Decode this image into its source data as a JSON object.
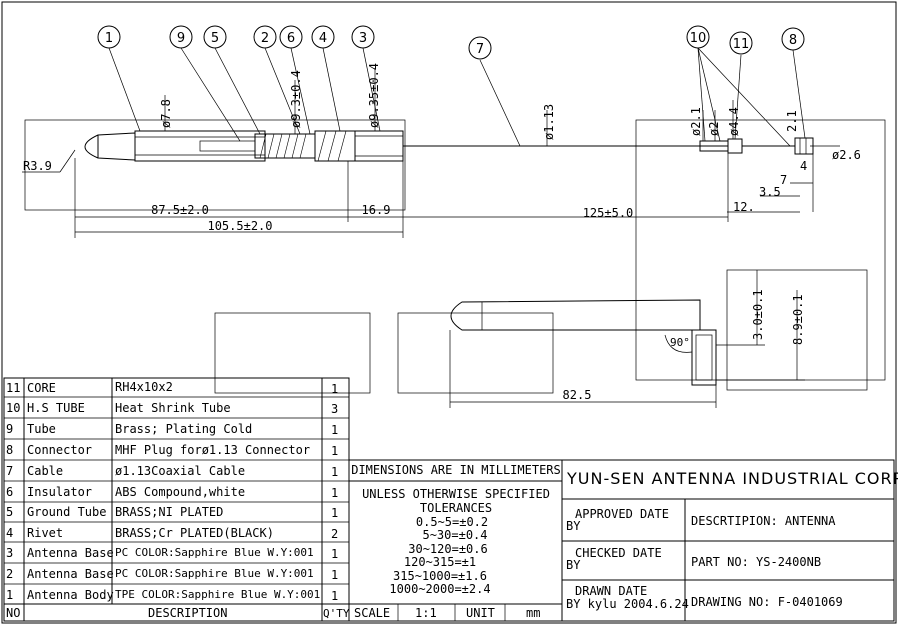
{
  "balloons": [
    "1",
    "9",
    "5",
    "2",
    "6",
    "4",
    "3",
    "7",
    "10",
    "11",
    "8"
  ],
  "dims": {
    "d78": "ø7.8",
    "d93": "ø9.3±0.4",
    "d935": "ø9.35±0.4",
    "d113": "ø1.13",
    "d21a": "ø2.1",
    "d2": "ø2",
    "d44": "ø4.4",
    "d21b": "2.1",
    "d26": "ø2.6",
    "d4": "4",
    "d7": "7",
    "d35": "3.5",
    "d12": "12.",
    "r39": "R3.9",
    "l875": "87.5±2.0",
    "l169": "16.9",
    "l1055": "105.5±2.0",
    "l125": "125±5.0",
    "l30": "3.0±0.1",
    "l89": "8.9±0.1",
    "l825": "82.5",
    "ang": "90°"
  },
  "bom": [
    {
      "no": "11",
      "name": "CORE",
      "desc": "RH4x10x2",
      "qty": "1"
    },
    {
      "no": "10",
      "name": "H.S TUBE",
      "desc": "Heat Shrink Tube",
      "qty": "3"
    },
    {
      "no": "9",
      "name": "Tube",
      "desc": "Brass; Plating Cold",
      "qty": "1"
    },
    {
      "no": "8",
      "name": "Connector",
      "desc": "MHF Plug forø1.13 Connector",
      "qty": "1"
    },
    {
      "no": "7",
      "name": "Cable",
      "desc": "ø1.13Coaxial Cable",
      "qty": "1"
    },
    {
      "no": "6",
      "name": "Insulator",
      "desc": "ABS Compound,white",
      "qty": "1"
    },
    {
      "no": "5",
      "name": "Ground Tube",
      "desc": "BRASS;NI PLATED",
      "qty": "1"
    },
    {
      "no": "4",
      "name": "Rivet",
      "desc": "BRASS;Cr PLATED(BLACK)",
      "qty": "2"
    },
    {
      "no": "3",
      "name": "Antenna Base",
      "desc": "PC COLOR:Sapphire Blue W.Y:001",
      "qty": "1"
    },
    {
      "no": "2",
      "name": "Antenna Base",
      "desc": "PC COLOR:Sapphire Blue W.Y:001",
      "qty": "1"
    },
    {
      "no": "1",
      "name": "Antenna Body",
      "desc": "TPE COLOR:Sapphire Blue W.Y:001",
      "qty": "1"
    }
  ],
  "bom_header": {
    "no": "NO",
    "desc": "DESCRIPTION",
    "qty": "Q'TY"
  },
  "tol": {
    "units": "DIMENSIONS ARE IN MILLIMETERS",
    "line1": "UNLESS OTHERWISE SPECIFIED",
    "line2": "TOLERANCES",
    "rows": [
      "0.5~5=±0.2",
      "5~30=±0.4",
      "30~120=±0.6",
      "120~315=±1",
      "315~1000=±1.6",
      "1000~2000=±2.4"
    ],
    "scale_label": "SCALE",
    "scale_value": "1:1",
    "unit_label": "UNIT",
    "unit_value": "mm"
  },
  "title": {
    "company": "YUN-SEN ANTENNA INDUSTRIAL CORP.",
    "approved": "APPROVED DATE",
    "approved_by": "BY",
    "checked": "CHECKED   DATE",
    "checked_by": "BY",
    "drawn": "DRAWN     DATE",
    "drawn_by": "BY kylu  2004.6.24",
    "desc_label": "DESCRTIPION:   ANTENNA",
    "part_label": "PART NO: YS-2400NB",
    "drawing_label": "DRAWING NO:   F-0401069"
  }
}
